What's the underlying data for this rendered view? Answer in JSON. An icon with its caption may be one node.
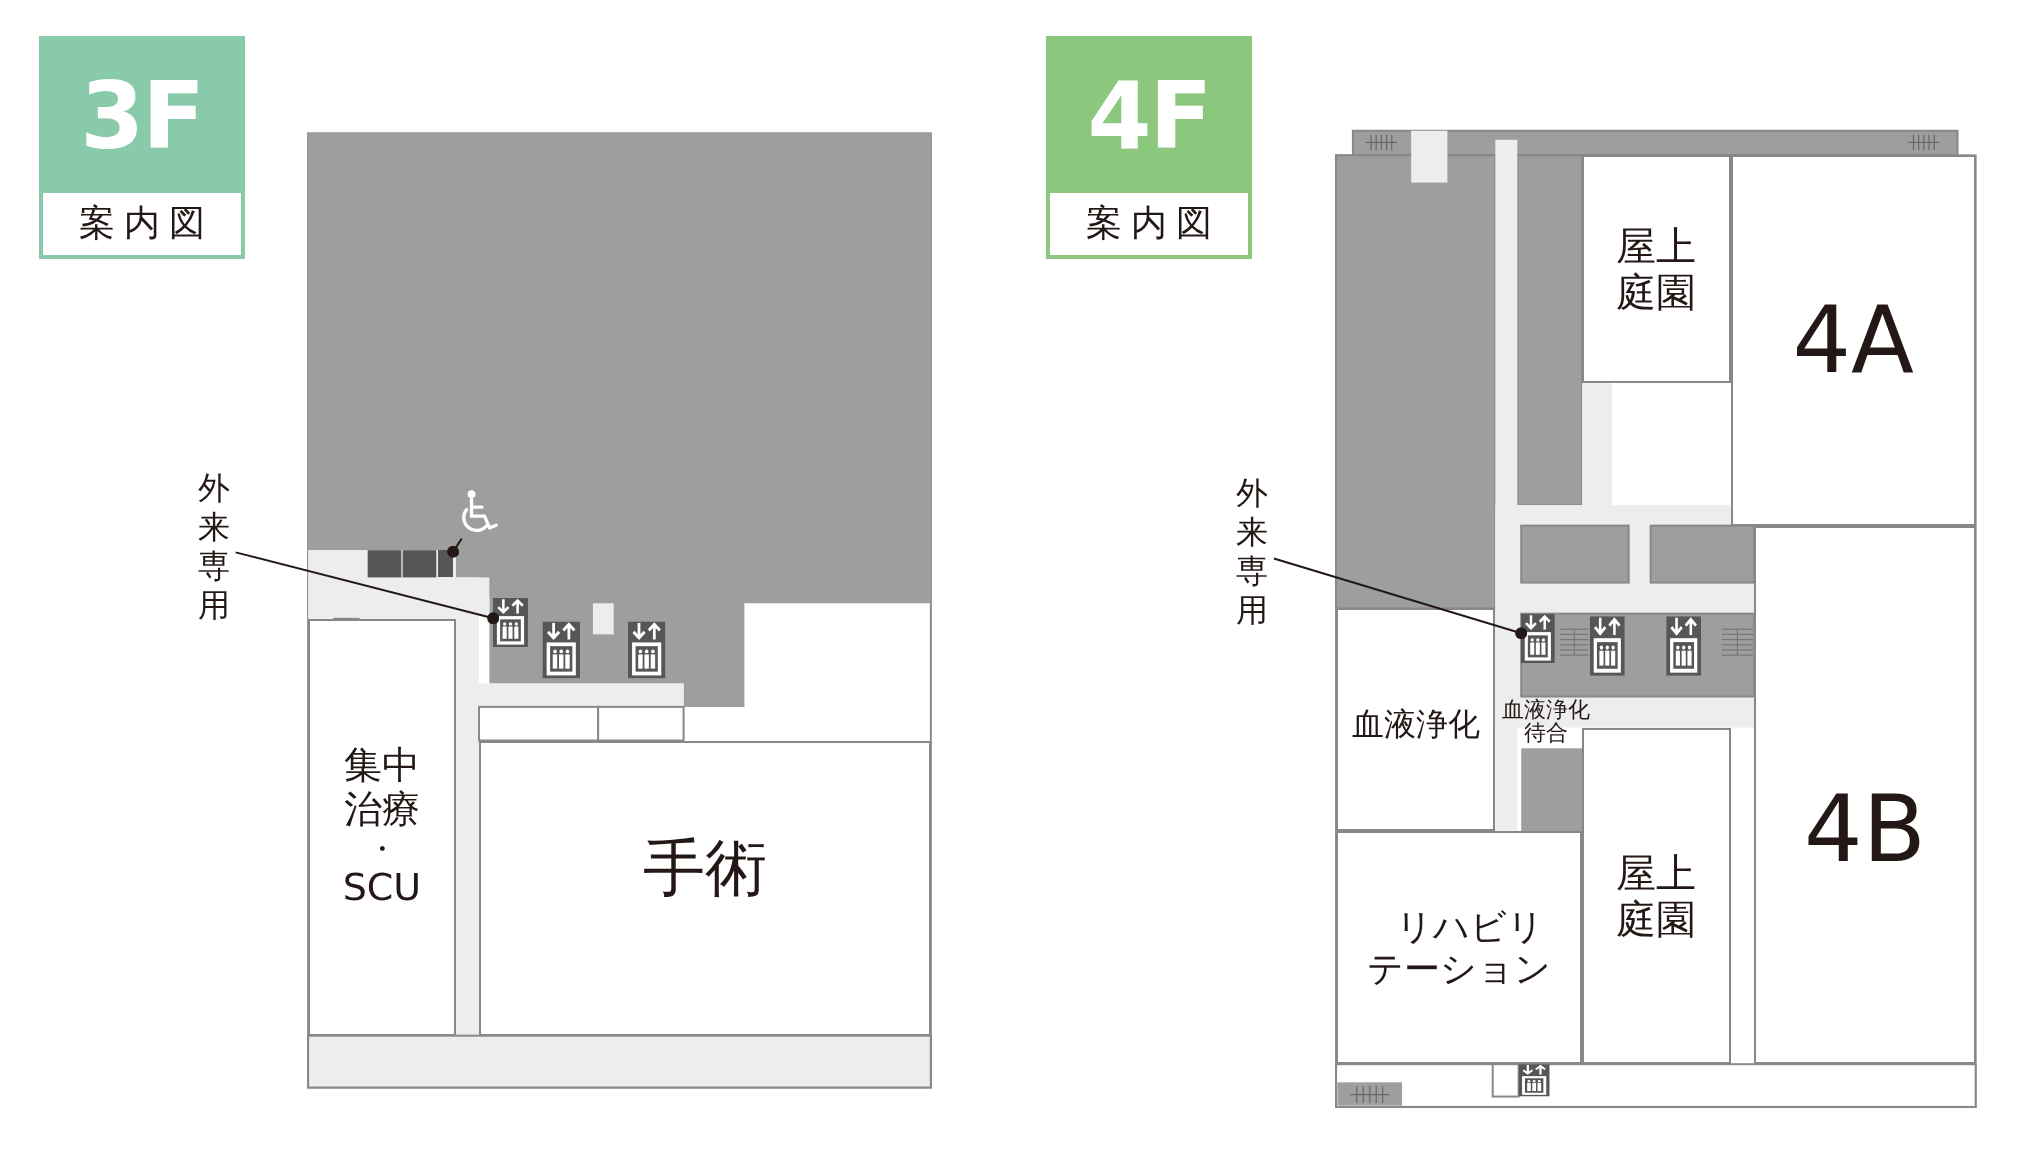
{
  "diagram": {
    "nodes": [
      {
        "text": [
          "3F",
          "案内図"
        ]
      },
      {
        "text": [
          "4F",
          "案内図"
        ]
      },
      {
        "text": [
          "集中治療",
          "・",
          "SCU"
        ]
      },
      {
        "text": [
          "手術"
        ]
      },
      {
        "text": [
          "外来専用"
        ]
      },
      {
        "text": [],
        "shape": "picture"
      },
      {
        "text": [],
        "shape": "picture"
      },
      {
        "text": [],
        "shape": "box"
      },
      {
        "text": [
          "屋上庭園"
        ]
      },
      {
        "text": [
          "4A"
        ]
      },
      {
        "text": [
          "外来専用"
        ]
      },
      {
        "text": [],
        "shape": "picture"
      },
      {
        "text": [
          "血液浄化"
        ]
      },
      {
        "text": [
          "屋上庭園"
        ]
      },
      {
        "text": [
          "4B"
        ]
      },
      {
        "text": [
          "リハビリテーション"
        ]
      }
    ],
    "edges": [
      {
        "from": 4,
        "to": 5,
        "arrow": "other"
      },
      {
        "from": 6,
        "to": 7,
        "arrow": "other"
      },
      {
        "from": 10,
        "to": 11,
        "arrow": "other"
      }
    ],
    "labels": [
      "血液浄化待合"
    ]
  }
}
